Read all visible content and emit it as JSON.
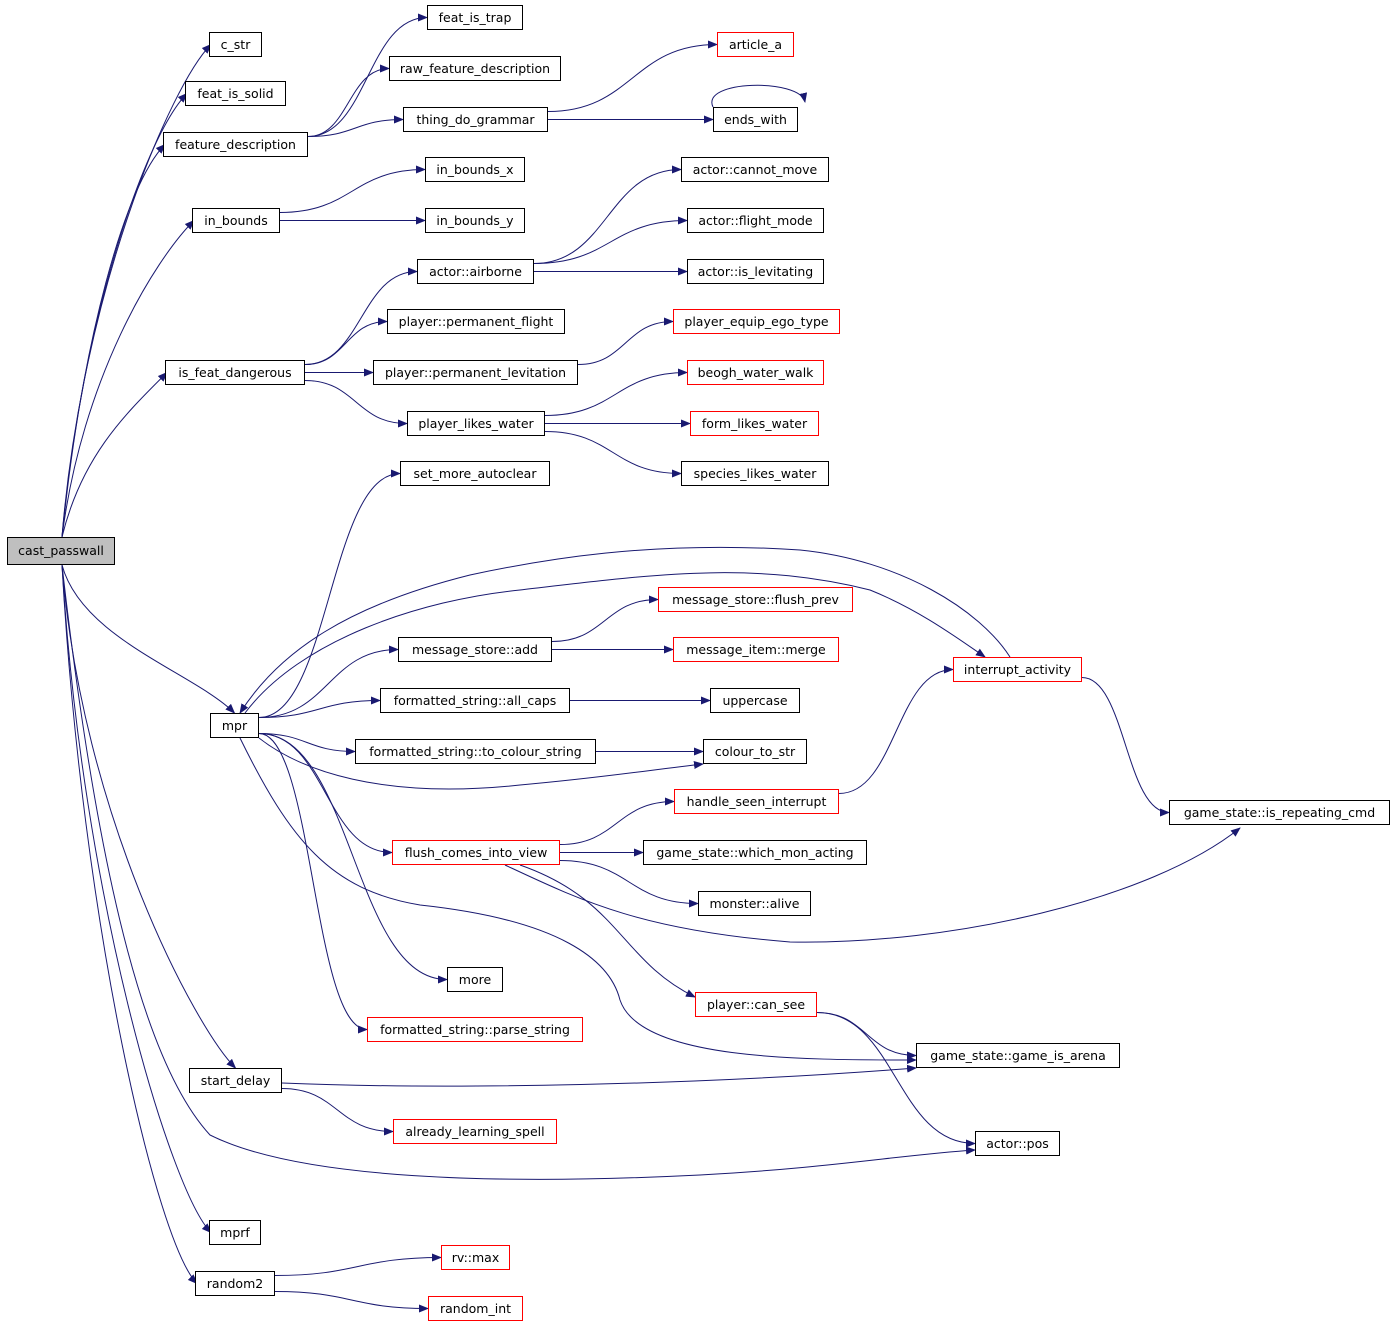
{
  "graph": {
    "root": "cast_passwall",
    "edge_color": "#191970",
    "truncated_border_color": "#ff0000",
    "root_fill": "#bfbfbf",
    "nodes": [
      {
        "id": "cast_passwall",
        "label": "cast_passwall",
        "root": true
      },
      {
        "id": "c_str",
        "label": "c_str"
      },
      {
        "id": "feat_is_solid",
        "label": "feat_is_solid"
      },
      {
        "id": "feature_description",
        "label": "feature_description"
      },
      {
        "id": "in_bounds",
        "label": "in_bounds"
      },
      {
        "id": "is_feat_dangerous",
        "label": "is_feat_dangerous"
      },
      {
        "id": "mpr",
        "label": "mpr"
      },
      {
        "id": "start_delay",
        "label": "start_delay"
      },
      {
        "id": "mprf",
        "label": "mprf"
      },
      {
        "id": "random2",
        "label": "random2"
      },
      {
        "id": "feat_is_trap",
        "label": "feat_is_trap"
      },
      {
        "id": "raw_feature_description",
        "label": "raw_feature_description"
      },
      {
        "id": "thing_do_grammar",
        "label": "thing_do_grammar"
      },
      {
        "id": "in_bounds_x",
        "label": "in_bounds_x"
      },
      {
        "id": "in_bounds_y",
        "label": "in_bounds_y"
      },
      {
        "id": "actor_airborne",
        "label": "actor::airborne"
      },
      {
        "id": "player_permanent_flight",
        "label": "player::permanent_flight"
      },
      {
        "id": "player_permanent_levitation",
        "label": "player::permanent_levitation"
      },
      {
        "id": "player_likes_water",
        "label": "player_likes_water"
      },
      {
        "id": "set_more_autoclear",
        "label": "set_more_autoclear"
      },
      {
        "id": "article_a",
        "label": "article_a",
        "truncated": true
      },
      {
        "id": "ends_with",
        "label": "ends_with"
      },
      {
        "id": "actor_cannot_move",
        "label": "actor::cannot_move"
      },
      {
        "id": "actor_flight_mode",
        "label": "actor::flight_mode"
      },
      {
        "id": "actor_is_levitating",
        "label": "actor::is_levitating"
      },
      {
        "id": "player_equip_ego_type",
        "label": "player_equip_ego_type",
        "truncated": true
      },
      {
        "id": "beogh_water_walk",
        "label": "beogh_water_walk",
        "truncated": true
      },
      {
        "id": "form_likes_water",
        "label": "form_likes_water",
        "truncated": true
      },
      {
        "id": "species_likes_water",
        "label": "species_likes_water"
      },
      {
        "id": "message_store_flush_prev",
        "label": "message_store::flush_prev",
        "truncated": true
      },
      {
        "id": "message_store_add",
        "label": "message_store::add"
      },
      {
        "id": "message_item_merge",
        "label": "message_item::merge",
        "truncated": true
      },
      {
        "id": "formatted_string_all_caps",
        "label": "formatted_string::all_caps"
      },
      {
        "id": "uppercase",
        "label": "uppercase"
      },
      {
        "id": "formatted_string_to_colour_string",
        "label": "formatted_string::to_colour_string"
      },
      {
        "id": "colour_to_str",
        "label": "colour_to_str"
      },
      {
        "id": "interrupt_activity",
        "label": "interrupt_activity",
        "truncated": true
      },
      {
        "id": "handle_seen_interrupt",
        "label": "handle_seen_interrupt",
        "truncated": true
      },
      {
        "id": "flush_comes_into_view",
        "label": "flush_comes_into_view",
        "truncated": true
      },
      {
        "id": "game_state_which_mon_acting",
        "label": "game_state::which_mon_acting"
      },
      {
        "id": "monster_alive",
        "label": "monster::alive"
      },
      {
        "id": "game_state_is_repeating_cmd",
        "label": "game_state::is_repeating_cmd"
      },
      {
        "id": "more",
        "label": "more"
      },
      {
        "id": "formatted_string_parse_string",
        "label": "formatted_string::parse_string",
        "truncated": true
      },
      {
        "id": "player_can_see",
        "label": "player::can_see",
        "truncated": true
      },
      {
        "id": "game_state_game_is_arena",
        "label": "game_state::game_is_arena"
      },
      {
        "id": "already_learning_spell",
        "label": "already_learning_spell",
        "truncated": true
      },
      {
        "id": "actor_pos",
        "label": "actor::pos"
      },
      {
        "id": "rv_max",
        "label": "rv::max",
        "truncated": true
      },
      {
        "id": "random_int",
        "label": "random_int",
        "truncated": true
      }
    ],
    "edges": [
      [
        "cast_passwall",
        "c_str"
      ],
      [
        "cast_passwall",
        "feat_is_solid"
      ],
      [
        "cast_passwall",
        "feature_description"
      ],
      [
        "cast_passwall",
        "in_bounds"
      ],
      [
        "cast_passwall",
        "is_feat_dangerous"
      ],
      [
        "cast_passwall",
        "mpr"
      ],
      [
        "cast_passwall",
        "start_delay"
      ],
      [
        "cast_passwall",
        "actor_pos"
      ],
      [
        "cast_passwall",
        "mprf"
      ],
      [
        "cast_passwall",
        "random2"
      ],
      [
        "feature_description",
        "feat_is_trap"
      ],
      [
        "feature_description",
        "raw_feature_description"
      ],
      [
        "feature_description",
        "thing_do_grammar"
      ],
      [
        "thing_do_grammar",
        "article_a"
      ],
      [
        "thing_do_grammar",
        "ends_with"
      ],
      [
        "ends_with",
        "ends_with"
      ],
      [
        "in_bounds",
        "in_bounds_x"
      ],
      [
        "in_bounds",
        "in_bounds_y"
      ],
      [
        "is_feat_dangerous",
        "actor_airborne"
      ],
      [
        "is_feat_dangerous",
        "player_permanent_flight"
      ],
      [
        "is_feat_dangerous",
        "player_permanent_levitation"
      ],
      [
        "is_feat_dangerous",
        "player_likes_water"
      ],
      [
        "actor_airborne",
        "actor_cannot_move"
      ],
      [
        "actor_airborne",
        "actor_flight_mode"
      ],
      [
        "actor_airborne",
        "actor_is_levitating"
      ],
      [
        "player_permanent_levitation",
        "player_equip_ego_type"
      ],
      [
        "player_likes_water",
        "beogh_water_walk"
      ],
      [
        "player_likes_water",
        "form_likes_water"
      ],
      [
        "player_likes_water",
        "species_likes_water"
      ],
      [
        "mpr",
        "set_more_autoclear"
      ],
      [
        "mpr",
        "interrupt_activity"
      ],
      [
        "interrupt_activity",
        "mpr"
      ],
      [
        "mpr",
        "message_store_add"
      ],
      [
        "mpr",
        "formatted_string_all_caps"
      ],
      [
        "mpr",
        "formatted_string_to_colour_string"
      ],
      [
        "mpr",
        "colour_to_str"
      ],
      [
        "mpr",
        "flush_comes_into_view"
      ],
      [
        "mpr",
        "more"
      ],
      [
        "mpr",
        "formatted_string_parse_string"
      ],
      [
        "mpr",
        "game_state_game_is_arena"
      ],
      [
        "message_store_add",
        "message_store_flush_prev"
      ],
      [
        "message_store_add",
        "message_item_merge"
      ],
      [
        "formatted_string_all_caps",
        "uppercase"
      ],
      [
        "formatted_string_to_colour_string",
        "colour_to_str"
      ],
      [
        "interrupt_activity",
        "game_state_is_repeating_cmd"
      ],
      [
        "handle_seen_interrupt",
        "interrupt_activity"
      ],
      [
        "flush_comes_into_view",
        "handle_seen_interrupt"
      ],
      [
        "flush_comes_into_view",
        "game_state_which_mon_acting"
      ],
      [
        "flush_comes_into_view",
        "monster_alive"
      ],
      [
        "flush_comes_into_view",
        "game_state_is_repeating_cmd"
      ],
      [
        "flush_comes_into_view",
        "player_can_see"
      ],
      [
        "player_can_see",
        "game_state_game_is_arena"
      ],
      [
        "player_can_see",
        "actor_pos"
      ],
      [
        "start_delay",
        "game_state_game_is_arena"
      ],
      [
        "start_delay",
        "already_learning_spell"
      ],
      [
        "random2",
        "rv_max"
      ],
      [
        "random2",
        "random_int"
      ]
    ]
  }
}
